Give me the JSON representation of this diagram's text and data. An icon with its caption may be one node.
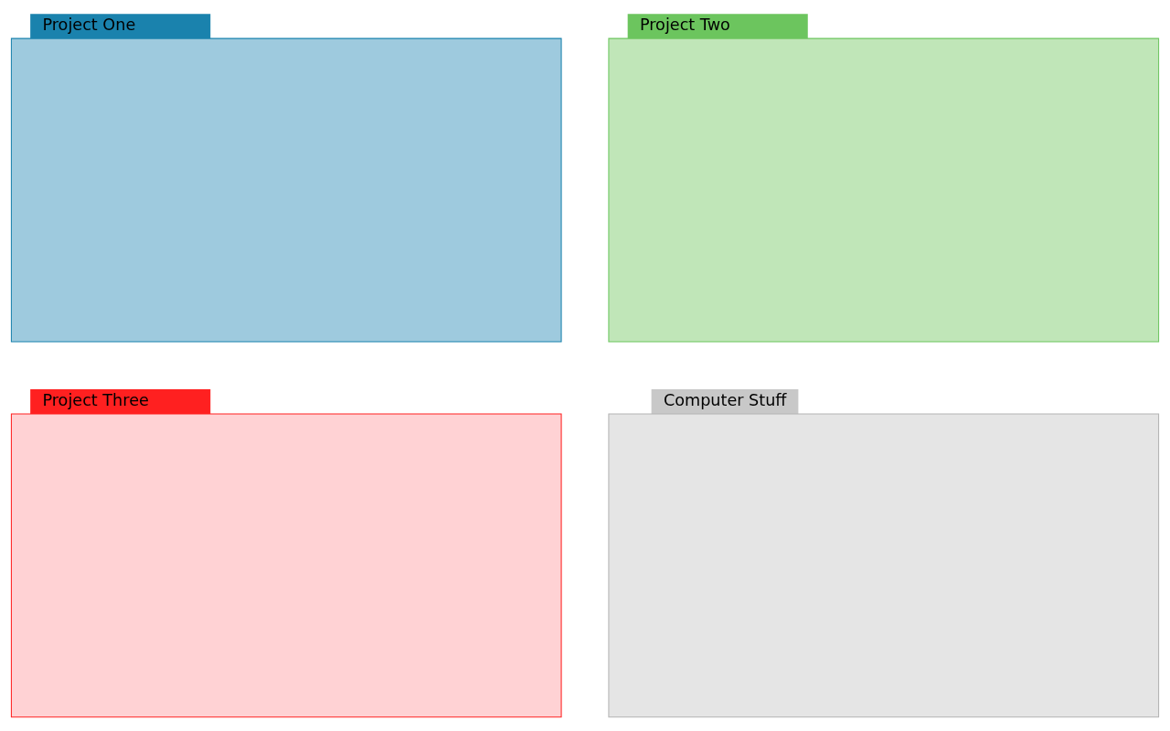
{
  "diagram": {
    "nodes": [
      {
        "text": [
          "Project One"
        ]
      },
      {
        "text": [
          "Project Two"
        ]
      },
      {
        "text": [
          "Project Three"
        ]
      },
      {
        "text": [
          "Computer Stuff"
        ]
      }
    ]
  }
}
